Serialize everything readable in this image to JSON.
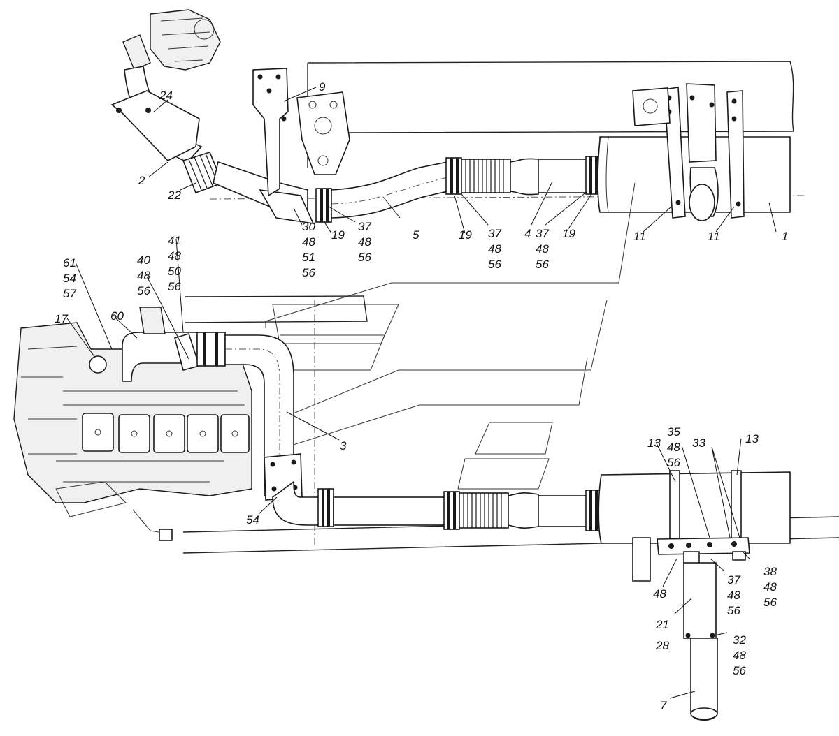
{
  "labels": {
    "top": {
      "l24": "24",
      "l9": "9",
      "l2": "2",
      "l22": "22",
      "l30": "30",
      "l48a": "48",
      "l51": "51",
      "l56a": "56",
      "l19a": "19",
      "l37a": "37",
      "l48b": "48",
      "l56b": "56",
      "l5": "5",
      "l19b": "19",
      "l37b": "37",
      "l48c": "48",
      "l56c": "56",
      "l4": "4",
      "l37c": "37",
      "l48d": "48",
      "l56d": "56",
      "l19c": "19",
      "l11a": "11",
      "l11b": "11",
      "l1": "1"
    },
    "bottom": {
      "l41": "41",
      "l48e": "48",
      "l50": "50",
      "l56e": "56",
      "l40": "40",
      "l48f": "48",
      "l56f": "56",
      "l61": "61",
      "l54a": "54",
      "l57": "57",
      "l17": "17",
      "l60": "60",
      "l3": "3",
      "l54b": "54",
      "l13a": "13",
      "l35": "35",
      "l48g": "48",
      "l56g": "56",
      "l33": "33",
      "l13b": "13",
      "l38": "38",
      "l48h": "48",
      "l56h": "56",
      "l48i": "48",
      "l37d": "37",
      "l48j": "48",
      "l56i": "56",
      "l21": "21",
      "l28": "28",
      "l32": "32",
      "l48k": "48",
      "l56j": "56",
      "l7": "7"
    }
  }
}
